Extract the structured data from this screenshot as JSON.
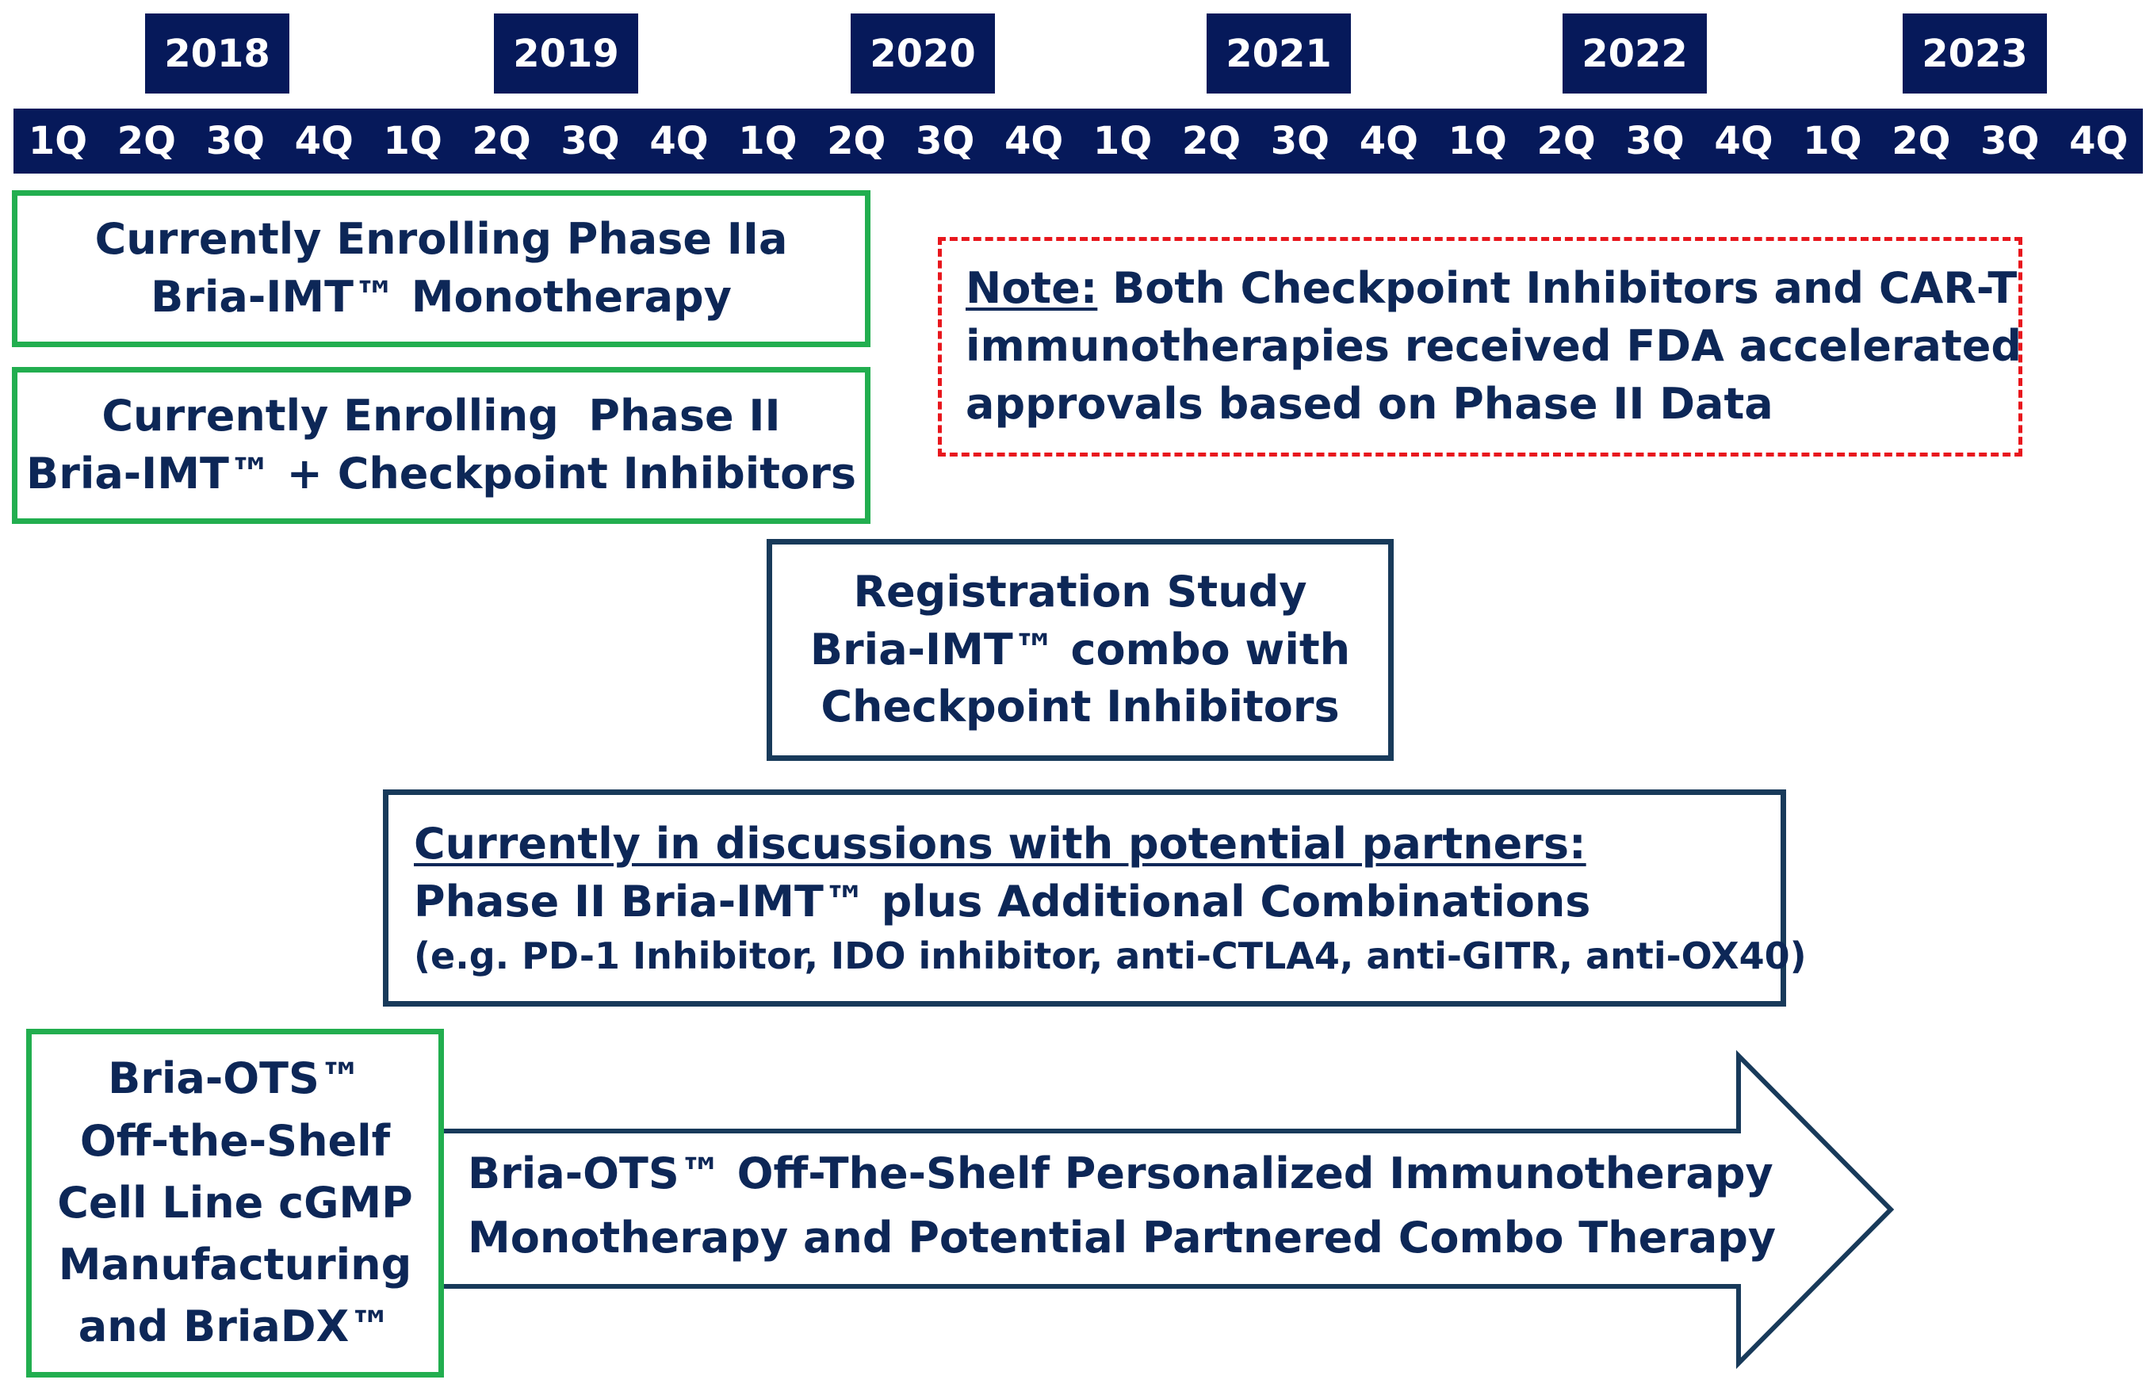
{
  "timeline": {
    "years": [
      "2018",
      "2019",
      "2020",
      "2021",
      "2022",
      "2023"
    ],
    "quarters": [
      "1Q",
      "2Q",
      "3Q",
      "4Q",
      "1Q",
      "2Q",
      "3Q",
      "4Q",
      "1Q",
      "2Q",
      "3Q",
      "4Q",
      "1Q",
      "2Q",
      "3Q",
      "4Q",
      "1Q",
      "2Q",
      "3Q",
      "4Q",
      "1Q",
      "2Q",
      "3Q",
      "4Q"
    ]
  },
  "phase2a": {
    "line1": "Currently Enrolling Phase IIa",
    "line2": "Bria-IMT™ Monotherapy"
  },
  "phase2": {
    "line1": "Currently Enrolling  Phase II",
    "line2": "Bria-IMT™ + Checkpoint Inhibitors"
  },
  "note": {
    "label": "Note:",
    "line1": " Both Checkpoint Inhibitors and CAR-T",
    "line2": "immunotherapies received FDA accelerated",
    "line3": "approvals based on Phase II Data"
  },
  "registration": {
    "line1": "Registration Study",
    "line2": "Bria-IMT™ combo with",
    "line3": "Checkpoint Inhibitors"
  },
  "partners": {
    "heading": "Currently in discussions with potential partners:",
    "line2": "Phase II Bria-IMT™ plus Additional Combinations",
    "line3": "(e.g. PD-1 Inhibitor, IDO inhibitor, anti-CTLA4, anti-GITR, anti-OX40)"
  },
  "ots_box": {
    "line1": "Bria-OTS™",
    "line2": "Off-the-Shelf",
    "line3": "Cell Line cGMP",
    "line4": "Manufacturing",
    "line5": "and BriaDX™"
  },
  "arrow": {
    "line1": "Bria-OTS™ Off-The-Shelf Personalized Immunotherapy",
    "line2": "Monotherapy and Potential Partnered Combo Therapy"
  },
  "colors": {
    "timeline_bg": "#06195a",
    "text": "#0d2757",
    "green_border": "#22ae4f",
    "navy_border": "#183a5a",
    "note_border": "#e8171d"
  }
}
